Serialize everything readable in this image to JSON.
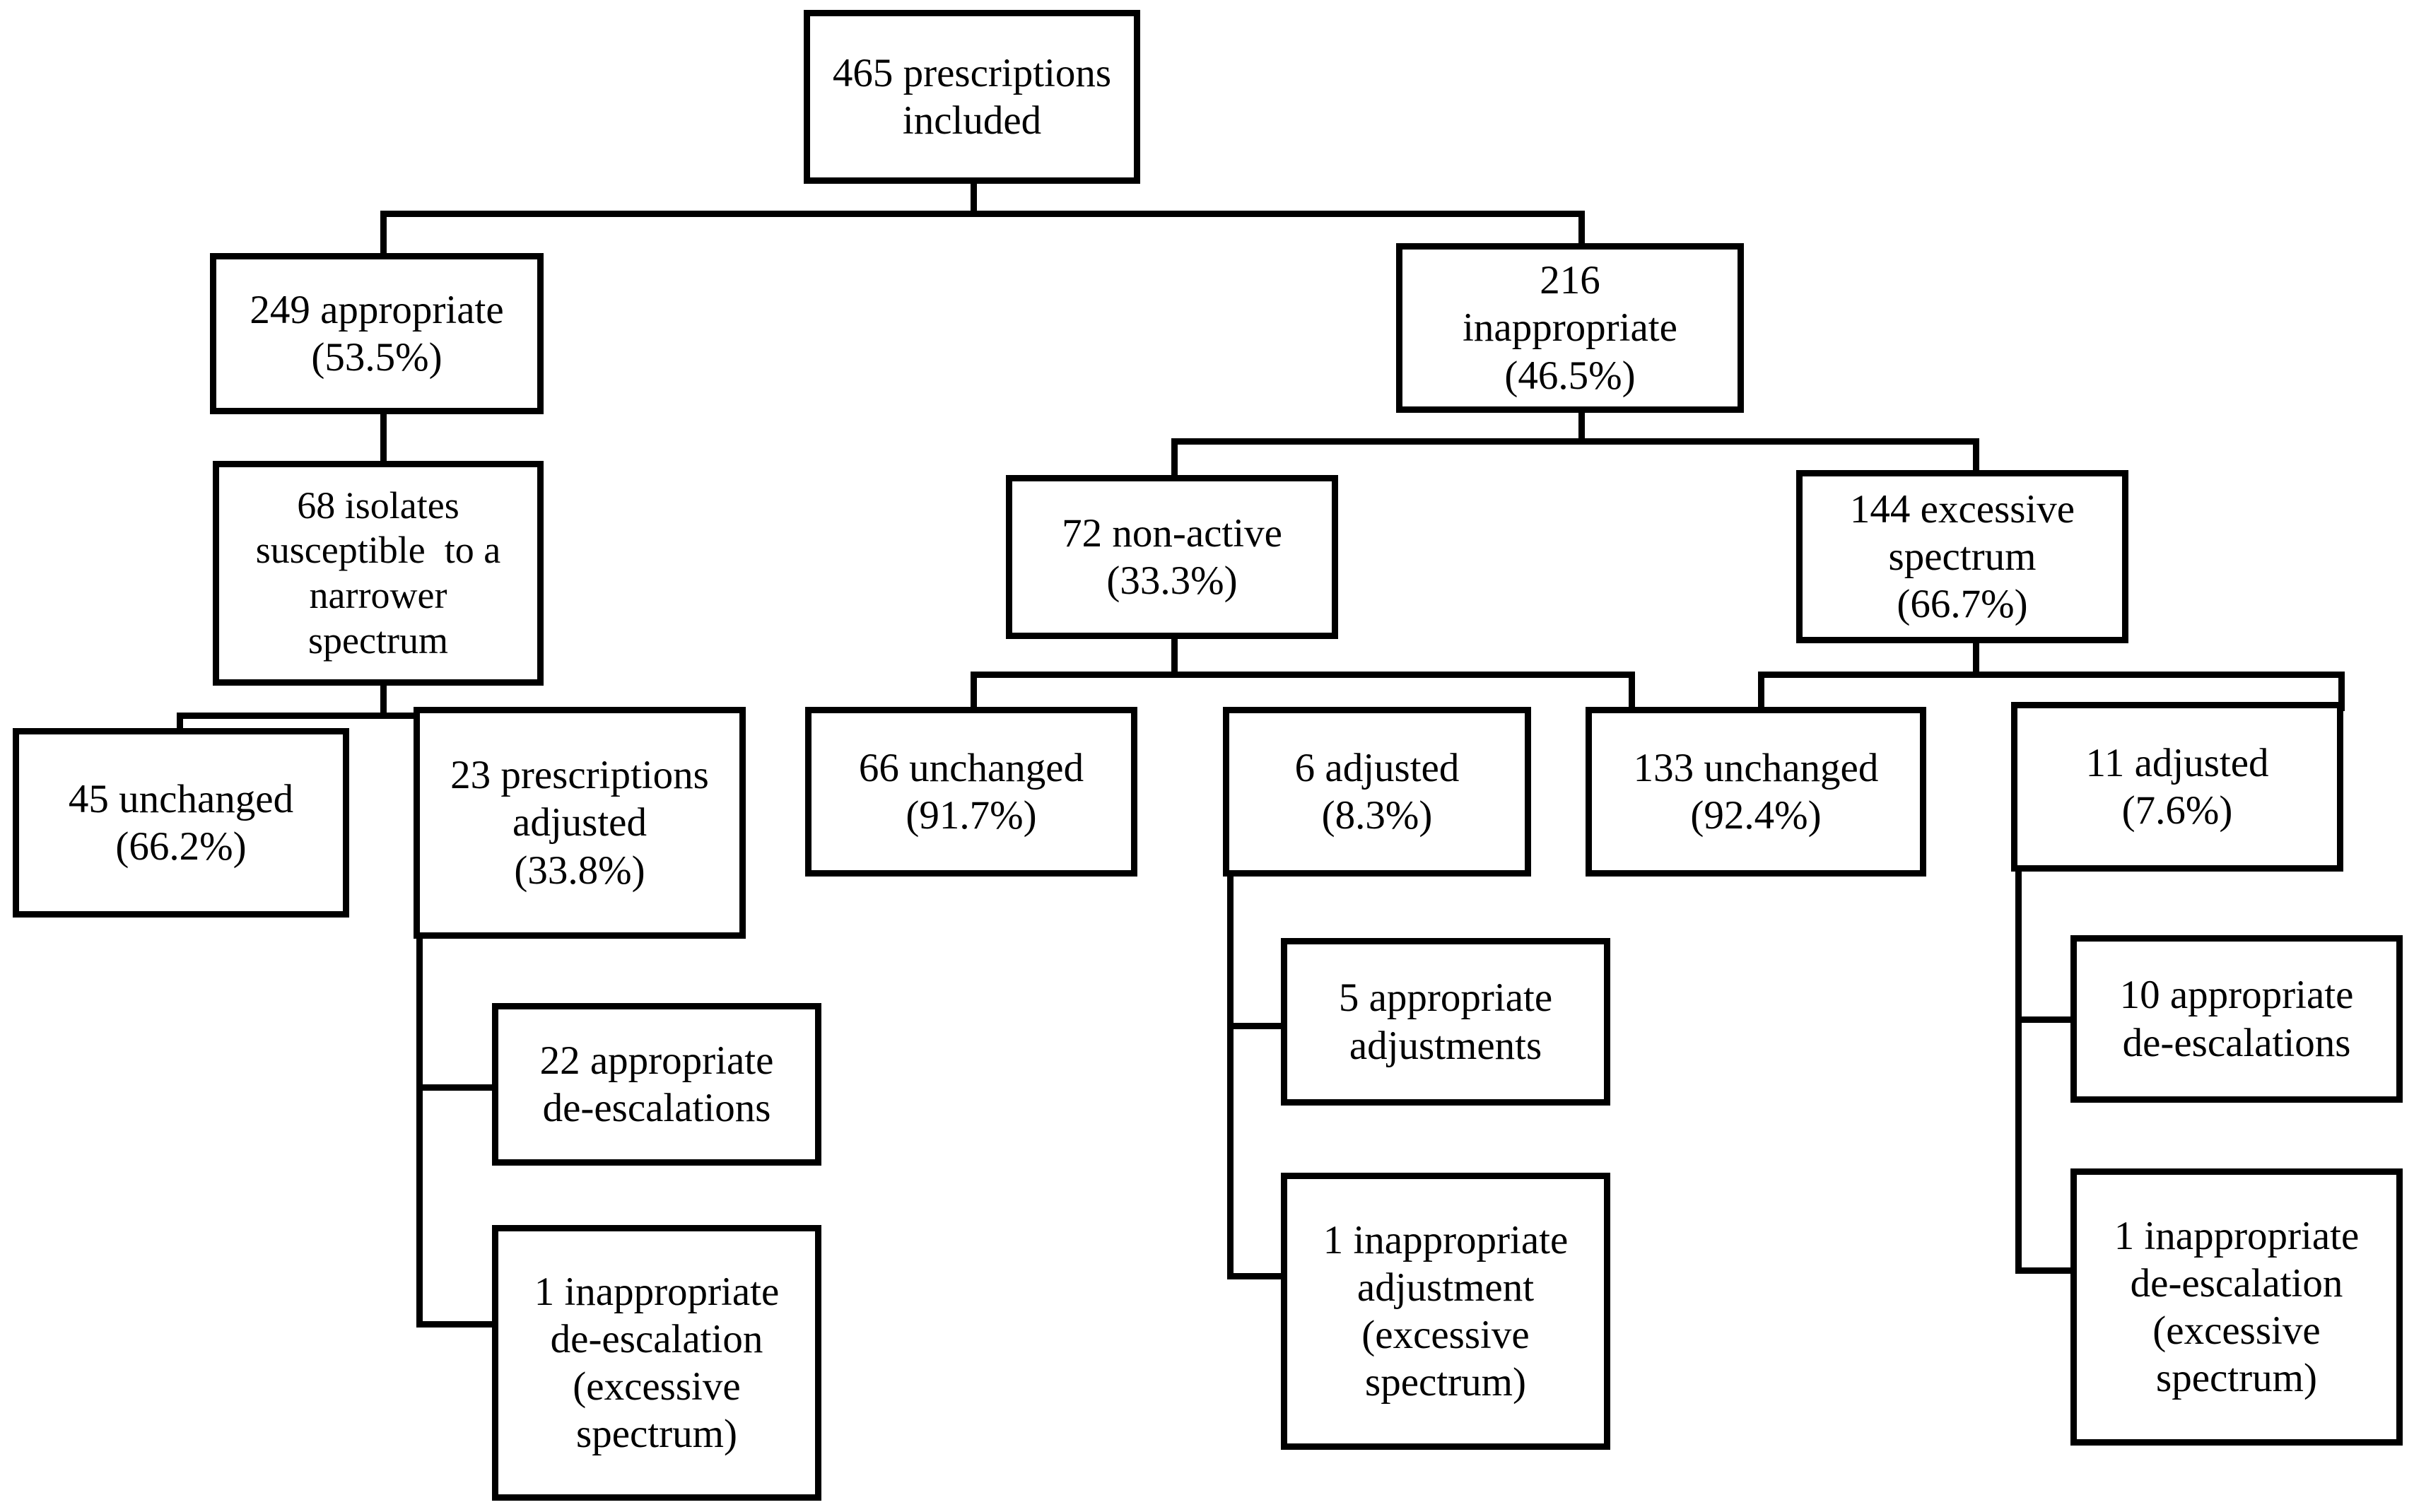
{
  "chart_data": {
    "type": "diagram",
    "title": "Antibiotic prescription appropriateness flowchart",
    "total": 465,
    "nodes": [
      {
        "id": "root",
        "label": "465 prescriptions included",
        "count": 465,
        "percent": null
      },
      {
        "id": "appropriate",
        "label": "249 appropriate",
        "count": 249,
        "percent": 53.5
      },
      {
        "id": "inappropriate",
        "label": "216 inappropriate",
        "count": 216,
        "percent": 46.5
      },
      {
        "id": "isolates",
        "label": "68 isolates susceptible to a narrower spectrum",
        "count": 68,
        "percent": null
      },
      {
        "id": "nonactive",
        "label": "72 non-active",
        "count": 72,
        "percent": 33.3
      },
      {
        "id": "excessive",
        "label": "144 excessive spectrum",
        "count": 144,
        "percent": 66.7
      },
      {
        "id": "unchanged45",
        "label": "45 unchanged",
        "count": 45,
        "percent": 66.2
      },
      {
        "id": "adjusted23",
        "label": "23 prescriptions adjusted",
        "count": 23,
        "percent": 33.8
      },
      {
        "id": "unchanged66",
        "label": "66 unchanged",
        "count": 66,
        "percent": 91.7
      },
      {
        "id": "adjusted6",
        "label": "6 adjusted",
        "count": 6,
        "percent": 8.3
      },
      {
        "id": "unchanged133",
        "label": "133 unchanged",
        "count": 133,
        "percent": 92.4
      },
      {
        "id": "adjusted11",
        "label": "11 adjusted",
        "count": 11,
        "percent": 7.6
      },
      {
        "id": "deesc22",
        "label": "22 appropriate de-escalations",
        "count": 22,
        "percent": null
      },
      {
        "id": "deesc1a",
        "label": "1 inappropriate de-escalation (excessive spectrum)",
        "count": 1,
        "percent": null
      },
      {
        "id": "adj5",
        "label": "5 appropriate adjustments",
        "count": 5,
        "percent": null
      },
      {
        "id": "adj1",
        "label": "1 inappropriate adjustment (excessive spectrum)",
        "count": 1,
        "percent": null
      },
      {
        "id": "deesc10",
        "label": "10 appropriate de-escalations",
        "count": 10,
        "percent": null
      },
      {
        "id": "deesc1b",
        "label": "1 inappropriate de-escalation (excessive spectrum)",
        "count": 1,
        "percent": null
      }
    ],
    "edges": [
      [
        "root",
        "appropriate"
      ],
      [
        "root",
        "inappropriate"
      ],
      [
        "appropriate",
        "isolates"
      ],
      [
        "inappropriate",
        "nonactive"
      ],
      [
        "inappropriate",
        "excessive"
      ],
      [
        "isolates",
        "unchanged45"
      ],
      [
        "isolates",
        "adjusted23"
      ],
      [
        "nonactive",
        "unchanged66"
      ],
      [
        "nonactive",
        "adjusted6"
      ],
      [
        "excessive",
        "unchanged133"
      ],
      [
        "excessive",
        "adjusted11"
      ],
      [
        "adjusted23",
        "deesc22"
      ],
      [
        "adjusted23",
        "deesc1a"
      ],
      [
        "adjusted6",
        "adj5"
      ],
      [
        "adjusted6",
        "adj1"
      ],
      [
        "adjusted11",
        "deesc10"
      ],
      [
        "adjusted11",
        "deesc1b"
      ]
    ]
  },
  "colors": {
    "stroke": "#000000",
    "fill": "#ffffff",
    "text": "#000000"
  },
  "boxes": {
    "root": {
      "l1": "465 prescriptions",
      "l2": "included"
    },
    "appropriate": {
      "l1": "249 appropriate",
      "l2": "(53.5%)"
    },
    "inappropriate": {
      "l1": "216",
      "l2": "inappropriate",
      "l3": "(46.5%)"
    },
    "isolates": {
      "l1": "68 isolates",
      "l2": "susceptible  to a",
      "l3": "narrower",
      "l4": "spectrum"
    },
    "nonactive": {
      "l1": "72 non-active",
      "l2": "(33.3%)"
    },
    "excessive": {
      "l1": "144 excessive",
      "l2": "spectrum",
      "l3": "(66.7%)"
    },
    "unchanged45": {
      "l1": "45 unchanged",
      "l2": "(66.2%)"
    },
    "adjusted23": {
      "l1": "23 prescriptions",
      "l2": "adjusted",
      "l3": "(33.8%)"
    },
    "unchanged66": {
      "l1": "66 unchanged",
      "l2": "(91.7%)"
    },
    "adjusted6": {
      "l1": "6 adjusted",
      "l2": "(8.3%)"
    },
    "unchanged133": {
      "l1": "133 unchanged",
      "l2": "(92.4%)"
    },
    "adjusted11": {
      "l1": "11 adjusted",
      "l2": "(7.6%)"
    },
    "deesc22": {
      "l1": "22 appropriate",
      "l2": "de-escalations"
    },
    "deesc1a": {
      "l1": "1 inappropriate",
      "l2": "de-escalation",
      "l3": "(excessive",
      "l4": "spectrum)"
    },
    "adj5": {
      "l1": "5 appropriate",
      "l2": "adjustments"
    },
    "adj1": {
      "l1": "1 inappropriate",
      "l2": "adjustment",
      "l3": "(excessive",
      "l4": "spectrum)"
    },
    "deesc10": {
      "l1": "10 appropriate",
      "l2": "de-escalations"
    },
    "deesc1b": {
      "l1": "1 inappropriate",
      "l2": "de-escalation",
      "l3": "(excessive",
      "l4": "spectrum)"
    }
  }
}
